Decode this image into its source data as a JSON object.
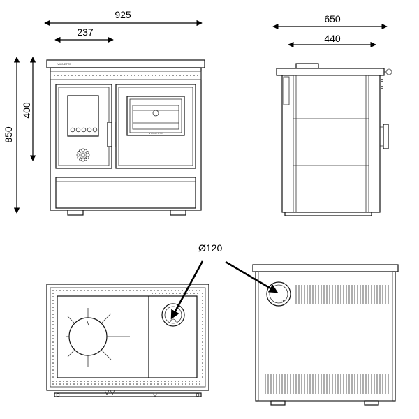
{
  "dimensions": {
    "width_total": "925",
    "width_partial": "237",
    "depth_total": "650",
    "depth_partial": "440",
    "height_total": "850",
    "height_partial": "400",
    "flue_diameter": "Ø120"
  },
  "brand_label": "VIGNETTE",
  "colors": {
    "line": "#111111",
    "background": "#ffffff"
  }
}
